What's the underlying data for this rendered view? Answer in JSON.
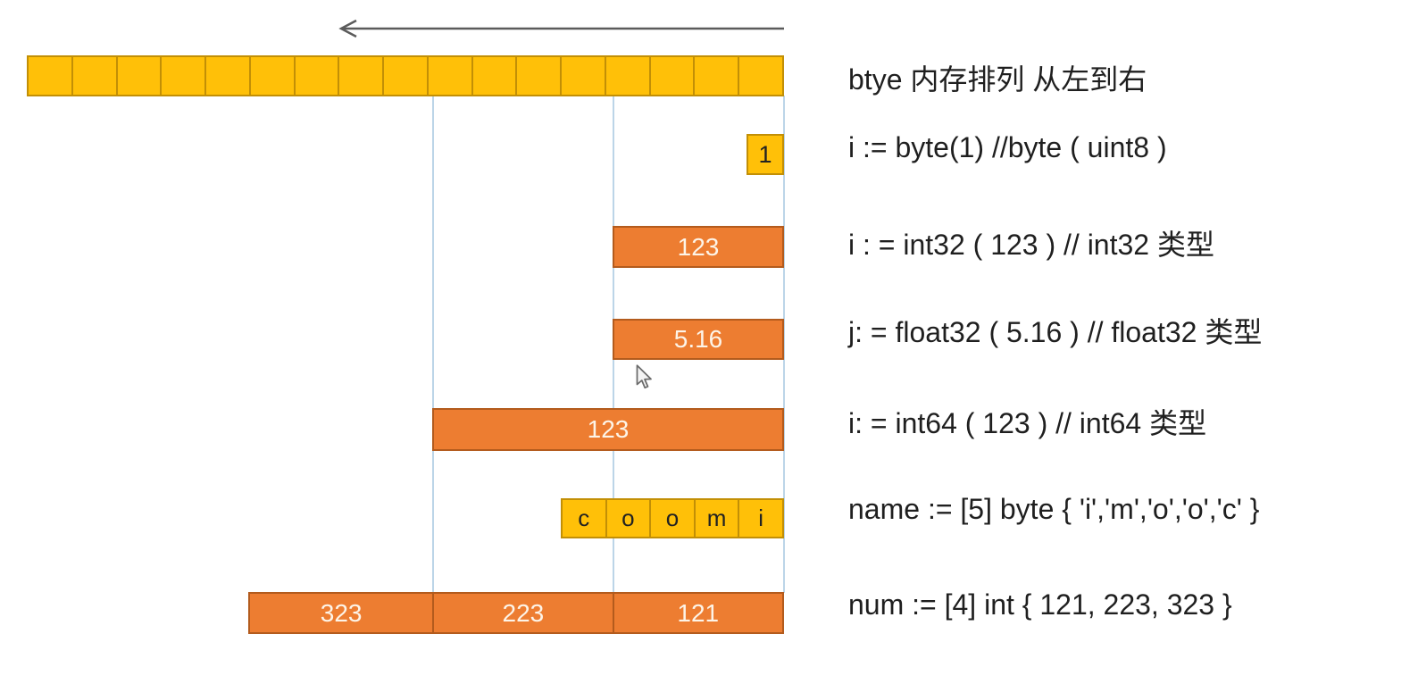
{
  "colors": {
    "cell_yellow": "#FFC008",
    "cell_yellow_border": "#C28F06",
    "bar_orange": "#ED7D31",
    "bar_orange_border": "#B35B1D",
    "guide_line": "#BCD5E8",
    "arrow": "#5B5B5B",
    "ink": "#1F1F1F",
    "bar_text": "#FDF4E8"
  },
  "memory_row": {
    "cell_count": 17
  },
  "values": {
    "byte": {
      "value": "1"
    },
    "int32": {
      "value": "123"
    },
    "float32": {
      "value": "5.16"
    },
    "int64": {
      "value": "123"
    },
    "name_cells": [
      "c",
      "o",
      "o",
      "m",
      "i"
    ],
    "num_segments": [
      "323",
      "223",
      "121"
    ]
  },
  "annotations": [
    "btye 内存排列 从左到右",
    "i := byte(1)  //byte ( uint8 )",
    "i : = int32 ( 123 )   // int32 类型",
    "j: = float32 ( 5.16 ) // float32 类型",
    "i: = int64 ( 123 )  // int64 类型",
    "name := [5] byte { 'i','m','o','o','c' }",
    "num := [4] int { 121, 223, 323 }"
  ]
}
